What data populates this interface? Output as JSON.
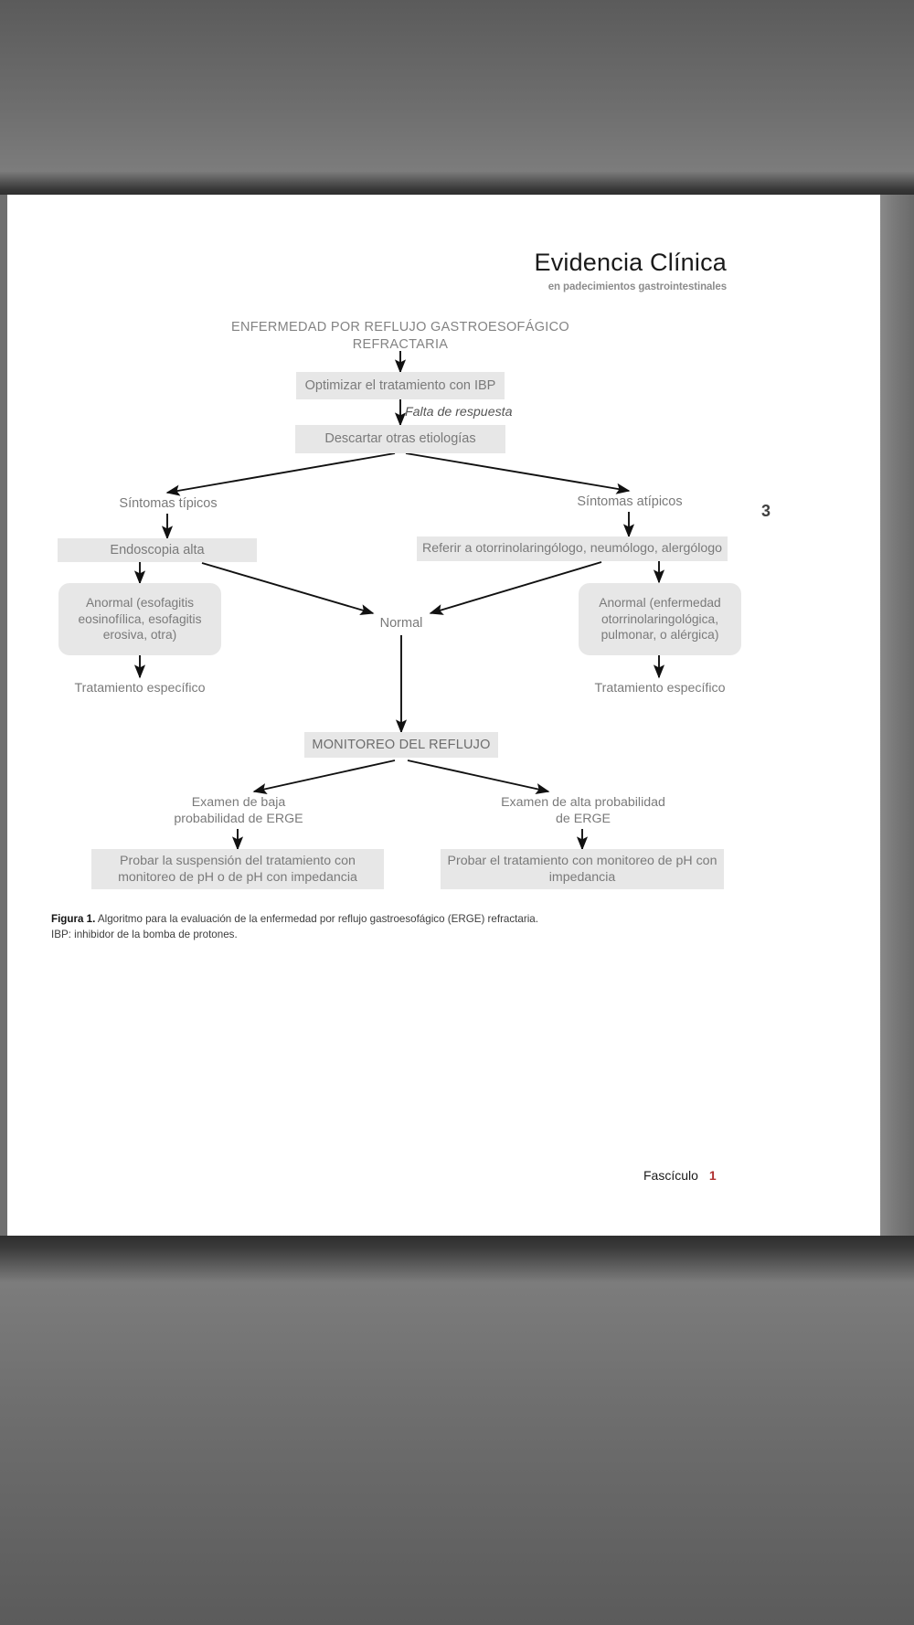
{
  "header": {
    "title": "Evidencia Clínica",
    "subtitle": "en padecimientos gastrointestinales"
  },
  "page_number": "3",
  "footer": {
    "label": "Fascículo",
    "number": "1"
  },
  "diagram": {
    "title": "ENFERMEDAD POR REFLUJO GASTROESOFÁGICO REFRACTARIA",
    "nodes": {
      "optimizar": "Optimizar el tratamiento con IBP",
      "falta_respuesta": "Falta de respuesta",
      "descartar": "Descartar otras etiologías",
      "sintomas_tipicos": "Síntomas típicos",
      "sintomas_atipicos": "Síntomas atípicos",
      "endoscopia": "Endoscopia alta",
      "referir": "Referir a otorrinolaringólogo, neumólogo, alergólogo",
      "anormal_izq": "Anormal (esofagitis eosinofílica, esofagitis erosiva, otra)",
      "normal": "Normal",
      "anormal_der": "Anormal (enfermedad otorrinolaringológica, pulmonar, o alérgica)",
      "tratamiento_izq": "Tratamiento específico",
      "tratamiento_der": "Tratamiento específico",
      "monitoreo": "MONITOREO DEL REFLUJO",
      "examen_baja": "Examen de baja probabilidad de ERGE",
      "examen_alta": "Examen de alta probabilidad de ERGE",
      "probar_suspension": "Probar la suspensión del tratamiento con monitoreo de pH o de pH con impedancia",
      "probar_tratamiento": "Probar el tratamiento con monitoreo de pH con impedancia"
    }
  },
  "caption": {
    "label": "Figura 1.",
    "line1": "Algoritmo para la evaluación de la enfermedad por reflujo gastroesofágico (ERGE) refractaria.",
    "line2": "IBP: inhibidor de la bomba de protones."
  },
  "colors": {
    "box_fill": "#e7e7e7",
    "node_text": "#7a7a7a",
    "accent": "#b03030",
    "chrome": "#6e6e6e"
  }
}
